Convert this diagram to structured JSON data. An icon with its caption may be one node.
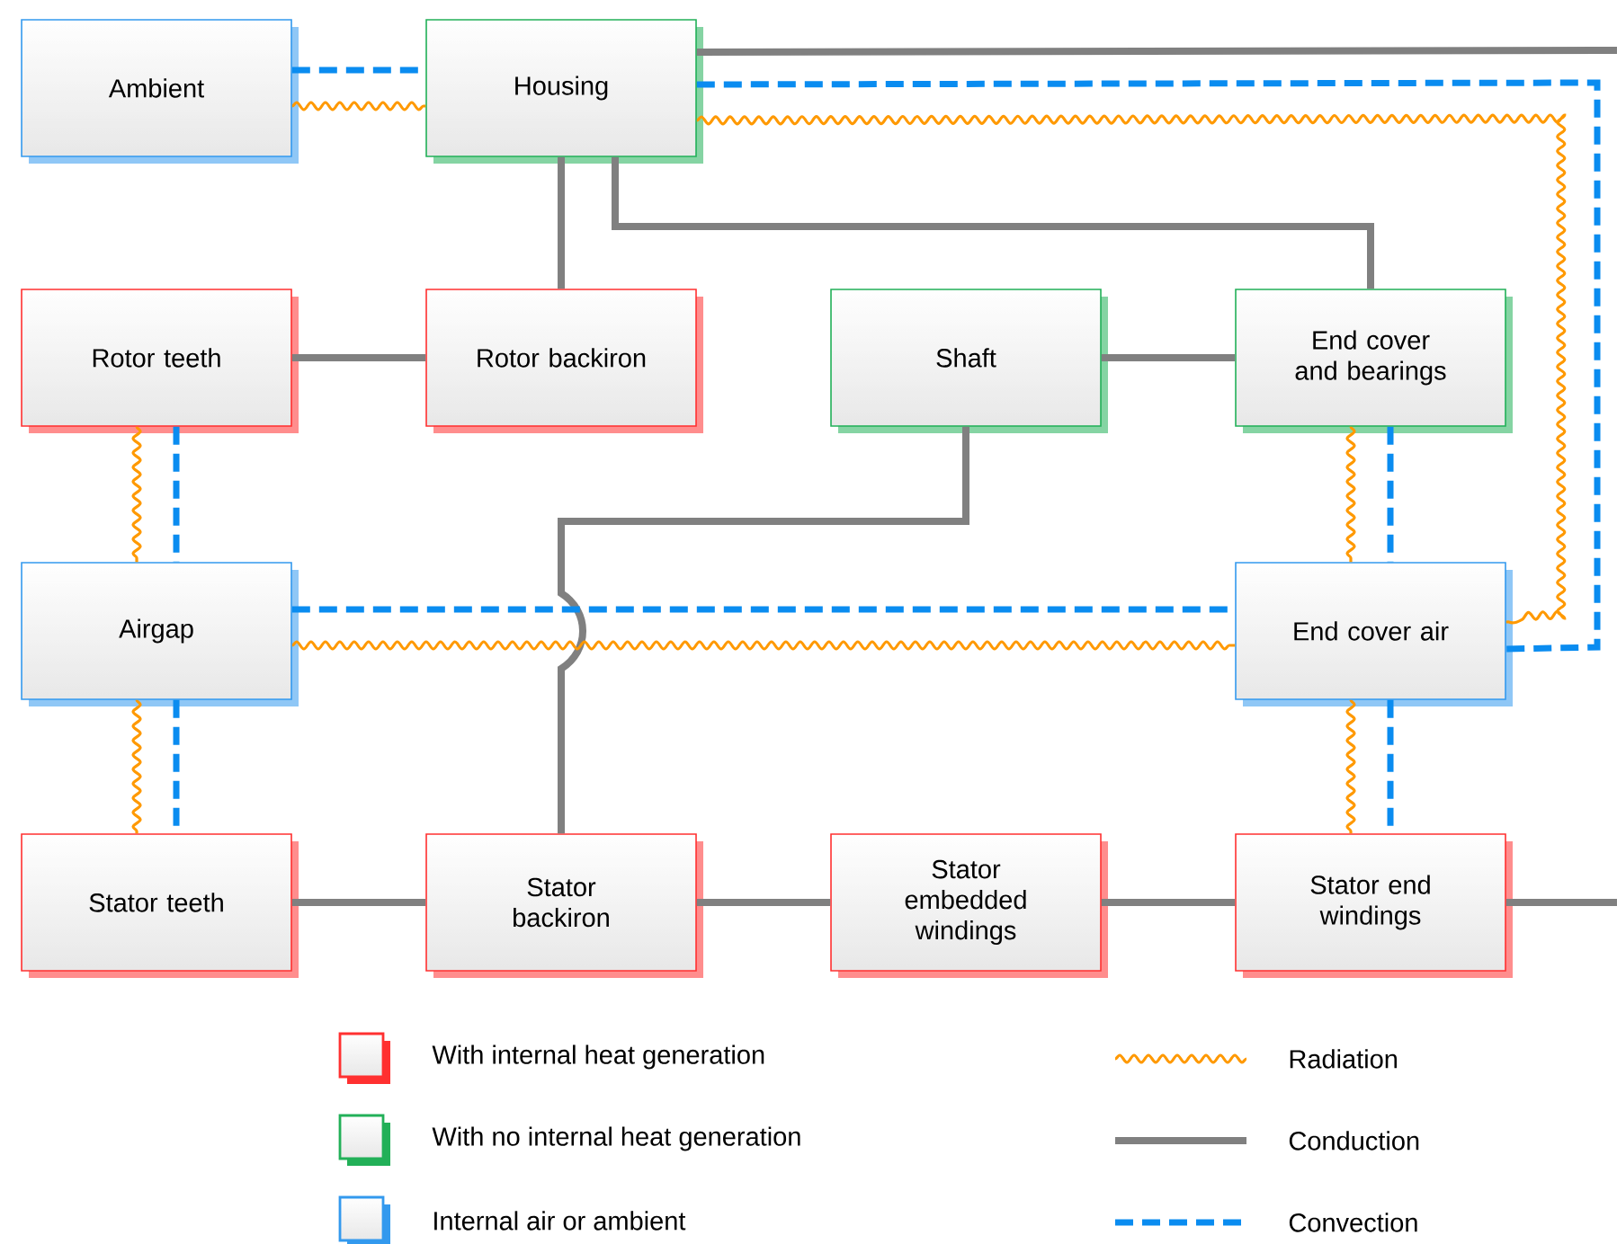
{
  "diagram": {
    "nodes": [
      {
        "text": [
          "Ambient"
        ]
      },
      {
        "text": [
          "Housing"
        ]
      },
      {
        "text": [
          "Rotor teeth"
        ]
      },
      {
        "text": [
          "Rotor backiron"
        ]
      },
      {
        "text": [
          "Shaft"
        ]
      },
      {
        "text": [
          "End cover and bearings"
        ]
      },
      {
        "text": [
          "Airgap"
        ]
      },
      {
        "text": [
          "End cover air"
        ]
      },
      {
        "text": [
          "Stator teeth"
        ]
      },
      {
        "text": [
          "Stator backiron"
        ]
      },
      {
        "text": [
          "Stator embedded windings"
        ]
      },
      {
        "text": [
          "Stator end windings"
        ]
      }
    ],
    "edges": [
      {
        "from": 0,
        "to": 1,
        "arrow": "none",
        "style": "dashed",
        "color": "#0a8cf0"
      },
      {
        "from": 0,
        "to": 1,
        "arrow": "none",
        "color": "#ff9900"
      },
      {
        "from": 1,
        "to": null,
        "arrow": "none"
      },
      {
        "from": 1,
        "to": 7,
        "arrow": "none",
        "style": "dashed",
        "color": "#0a8cf0"
      },
      {
        "from": 1,
        "to": 7,
        "arrow": "none",
        "color": "#ff9900"
      },
      {
        "from": 1,
        "to": 3,
        "arrow": "none"
      },
      {
        "from": 1,
        "to": 5,
        "arrow": "none"
      },
      {
        "from": 2,
        "to": 3,
        "arrow": "none"
      },
      {
        "from": 4,
        "to": 5,
        "arrow": "none"
      },
      {
        "from": 2,
        "to": 6,
        "arrow": "none",
        "color": "#ff9900"
      },
      {
        "from": 2,
        "to": 6,
        "arrow": "none",
        "style": "dashed",
        "color": "#0a8cf0"
      },
      {
        "from": 5,
        "to": 7,
        "arrow": "none",
        "color": "#ff9900"
      },
      {
        "from": 5,
        "to": 7,
        "arrow": "none",
        "style": "dashed",
        "color": "#0a8cf0"
      },
      {
        "from": 4,
        "to": 9,
        "arrow": "none"
      },
      {
        "from": 6,
        "to": 7,
        "arrow": "none",
        "style": "dashed",
        "color": "#0a8cf0"
      },
      {
        "from": 6,
        "to": 7,
        "arrow": "none",
        "color": "#ff9900"
      },
      {
        "from": 6,
        "to": 8,
        "arrow": "none",
        "color": "#ff9900"
      },
      {
        "from": 6,
        "to": 8,
        "arrow": "none",
        "style": "dashed",
        "color": "#0a8cf0"
      },
      {
        "from": 7,
        "to": 11,
        "arrow": "none",
        "color": "#ff9900"
      },
      {
        "from": 7,
        "to": 11,
        "arrow": "none",
        "style": "dashed",
        "color": "#0a8cf0"
      },
      {
        "from": 8,
        "to": 9,
        "arrow": "none"
      },
      {
        "from": 9,
        "to": 10,
        "arrow": "none"
      },
      {
        "from": 10,
        "to": 11,
        "arrow": "none"
      },
      {
        "from": 11,
        "to": null,
        "arrow": "none"
      }
    ],
    "legend": [
      {
        "text": "With internal heat generation",
        "color": "#ff3030"
      },
      {
        "text": "With no internal heat generation",
        "color": "#22b058"
      },
      {
        "text": "Internal air or ambient",
        "color": "#3399ee"
      },
      {
        "text": "Radiation"
      },
      {
        "text": "Conduction"
      },
      {
        "text": "Convection"
      }
    ]
  }
}
